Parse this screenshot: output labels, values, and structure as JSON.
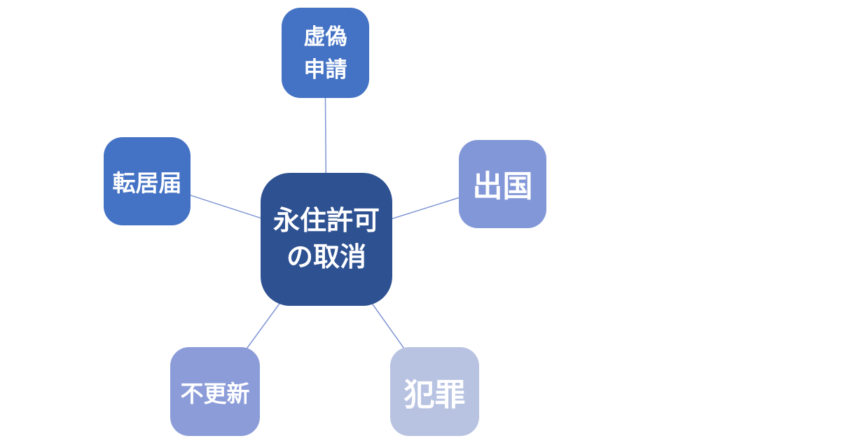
{
  "diagram": {
    "center": {
      "label": "永住許可\nの取消",
      "color": "#2E5192",
      "text_color": "#FFFFFF"
    },
    "spokes": [
      {
        "position": "top",
        "label": "虚偽\n申請",
        "color": "#4472C4",
        "text_color": "#FFFFFF"
      },
      {
        "position": "left",
        "label": "転居届",
        "color": "#4472C4",
        "text_color": "#FFFFFF"
      },
      {
        "position": "right",
        "label": "出国",
        "color": "#8297D8",
        "text_color": "#FFFFFF"
      },
      {
        "position": "bottom-left",
        "label": "不更新",
        "color": "#8B9CD9",
        "text_color": "#FFFFFF"
      },
      {
        "position": "bottom-right",
        "label": "犯罪",
        "color": "#B8C3E2",
        "text_color": "#FFFFFF"
      }
    ],
    "connector_color": "#7E95D4",
    "canvas_color": "#FFFFFF"
  }
}
